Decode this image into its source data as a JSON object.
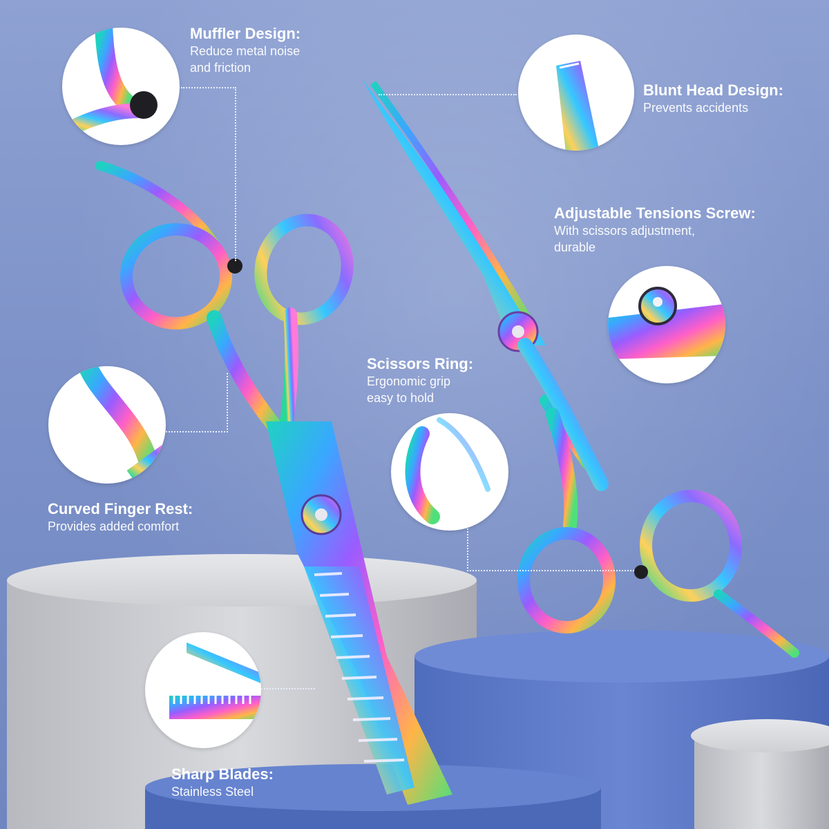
{
  "features": {
    "muffler": {
      "title": "Muffler Design:",
      "desc_lines": [
        "Reduce metal noise",
        "and friction"
      ],
      "icon": "muffler-detail-icon"
    },
    "blunt_head": {
      "title": "Blunt Head Design:",
      "desc_lines": [
        "Prevents accidents"
      ],
      "icon": "blunt-tip-detail-icon"
    },
    "tension_screw": {
      "title": "Adjustable Tensions Screw:",
      "desc_lines": [
        "With scissors adjustment,",
        "durable"
      ],
      "icon": "tension-screw-detail-icon"
    },
    "scissors_ring": {
      "title": "Scissors Ring:",
      "desc_lines": [
        "Ergonomic grip",
        "easy to hold"
      ],
      "icon": "finger-ring-detail-icon"
    },
    "finger_rest": {
      "title": "Curved Finger Rest:",
      "desc_lines": [
        "Provides added comfort"
      ],
      "icon": "finger-rest-detail-icon"
    },
    "blades": {
      "title": "Sharp Blades:",
      "desc_lines": [
        "Stainless Steel"
      ],
      "icon": "thinning-teeth-detail-icon"
    }
  },
  "colors": {
    "background": "#7d92c9",
    "text": "#ffffff",
    "podium_gray": "#d4d5d9",
    "podium_blue": "#5f7cc9"
  },
  "product_icons": [
    "thinning-shears-icon",
    "cutting-scissors-icon"
  ]
}
